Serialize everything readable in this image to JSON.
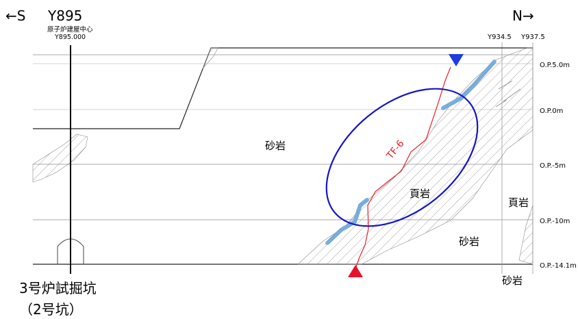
{
  "header": {
    "south_dir": "←S",
    "y_label": "Y895",
    "center_label": "原子炉建屋中心",
    "center_coord": "Y895.000",
    "north_dir": "N→",
    "coord_1": "Y934.5",
    "coord_2": "Y937.5"
  },
  "elevations": [
    "O.P.5.0m",
    "O.P.0m",
    "O.P.-5m",
    "O.P.-10m",
    "O.P.-14.1m"
  ],
  "rock_labels": {
    "sandstone_upper": "砂岩",
    "shale_center": "頁岩",
    "shale_right": "頁岩",
    "sandstone_lower": "砂岩",
    "sandstone_bottom": "砂岩"
  },
  "fault_label": "TF-6",
  "adit": {
    "name": "3号炉試掘坑",
    "sub": "（2号坑）"
  },
  "colors": {
    "fault": "#e8202a",
    "ellipse": "#1414c8",
    "seam": "#7fb1dd",
    "marker_top": "#1a3ee0",
    "marker_bottom": "#e8102a"
  }
}
